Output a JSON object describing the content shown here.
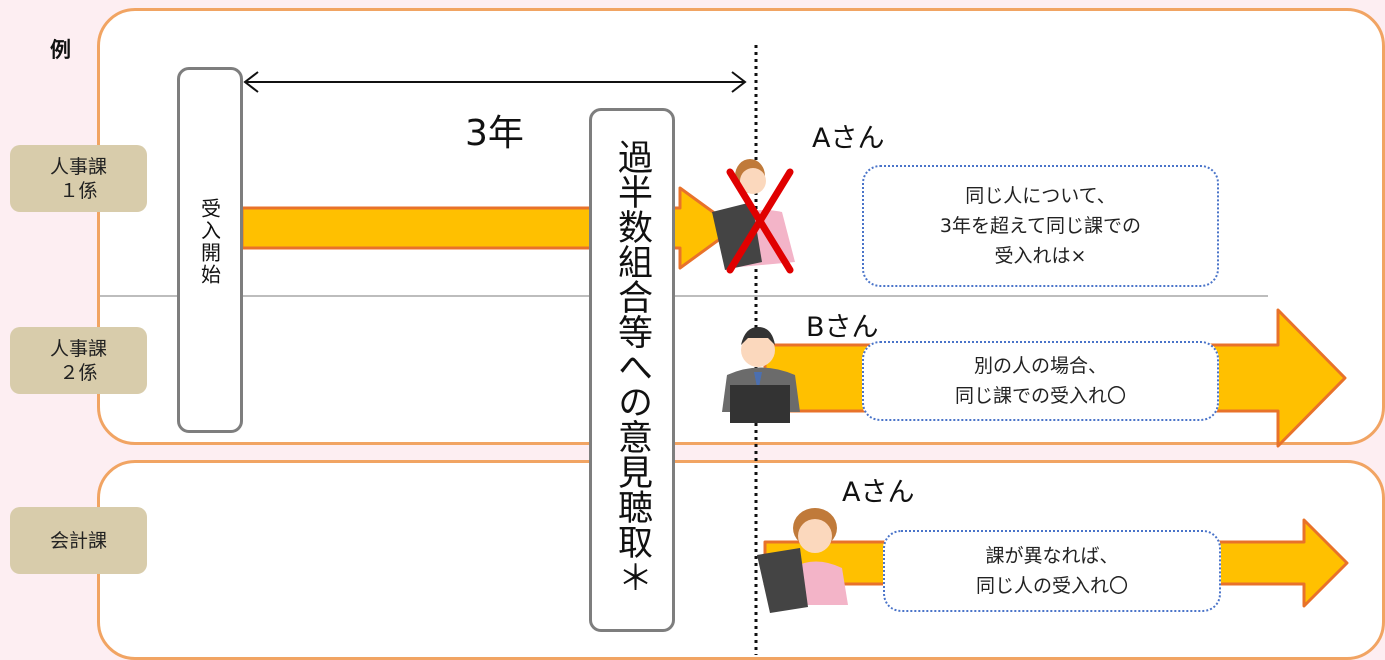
{
  "example_label": "例",
  "departments": [
    "人事課\n１係",
    "人事課\n２係",
    "会計課"
  ],
  "start_box": "受入開始",
  "duration_label": "3年",
  "hearing_box": "過半数組合等への意見聴取＊",
  "persons": {
    "a_top": "Aさん",
    "b": "Bさん",
    "a_bottom": "Aさん"
  },
  "notes": {
    "a_top": "同じ人について、\n3年を超えて同じ課での\n受入れは×",
    "b": "別の人の場合、\n同じ課での受入れ〇",
    "a_bottom": "課が異なれば、\n同じ人の受入れ〇"
  },
  "colors": {
    "arrow_fill": "#ffc000",
    "arrow_stroke": "#e8722a",
    "panel_border": "#f1a463",
    "cross": "#e00000"
  },
  "icons": [
    "double-arrow-icon",
    "woman-pc-icon",
    "man-pc-icon",
    "cross-icon"
  ]
}
